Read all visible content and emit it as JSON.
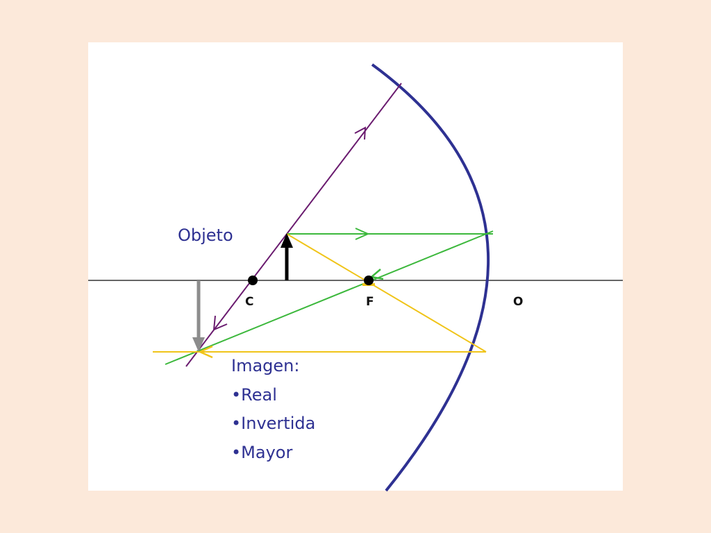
{
  "colors": {
    "page_background": "#fce9da",
    "slide_background": "#ffffff",
    "mirror": "#2e3192",
    "label_text": "#2e3192",
    "ray_purple": "#6a1b6f",
    "ray_green": "#3cb83c",
    "ray_yellow": "#f0c419",
    "object_arrow": "#000000",
    "image_arrow": "#8c8c8c",
    "axis": "#666666"
  },
  "labels": {
    "object": "Objeto",
    "center": "C",
    "focus": "F",
    "vertex": "O",
    "image_title": "Imagen:",
    "properties": [
      "•Real",
      "•Invertida",
      "•Mayor"
    ]
  }
}
